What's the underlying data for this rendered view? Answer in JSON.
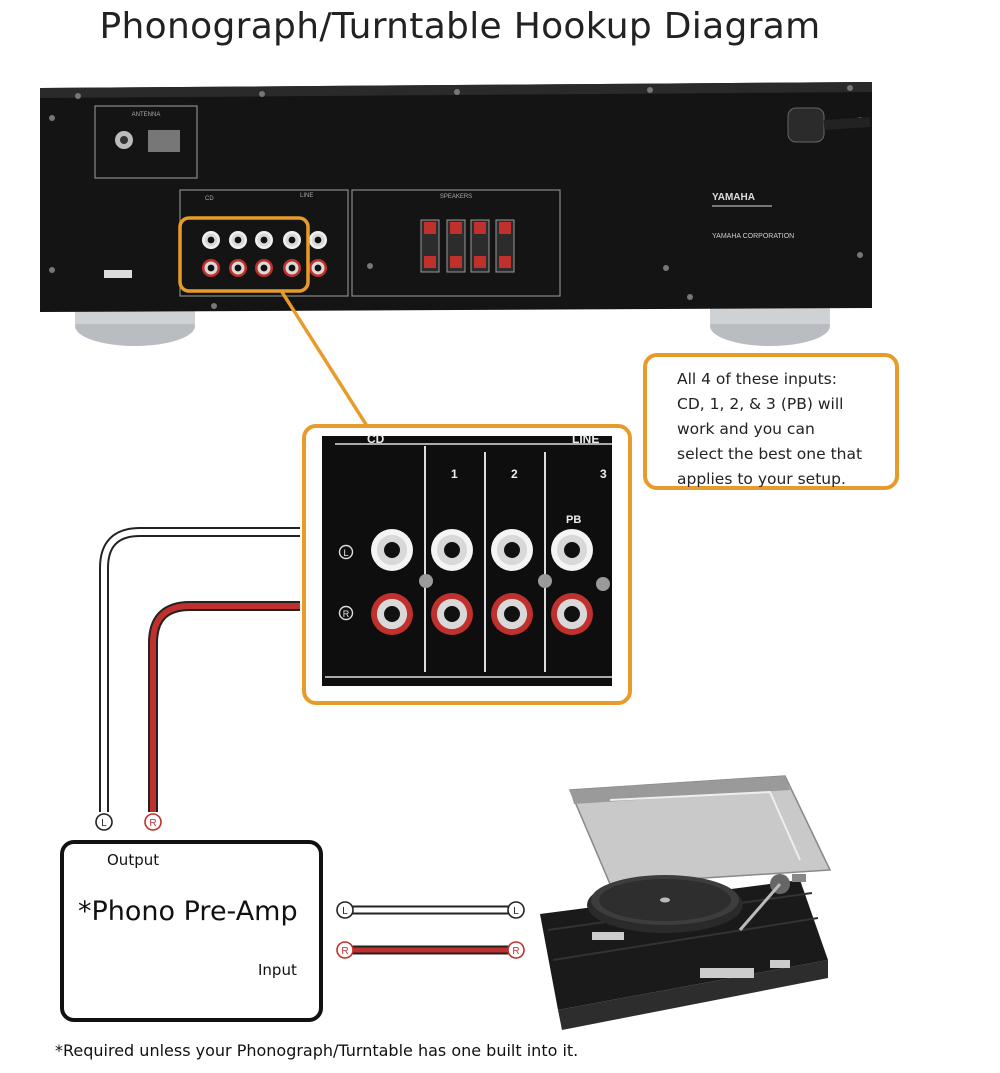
{
  "title": "Phonograph/Turntable Hookup Diagram",
  "callout": {
    "lines": [
      "All 4 of these inputs:",
      "CD, 1, 2, & 3 (PB) will",
      "work and you can",
      "select the best one that",
      "applies to your setup."
    ]
  },
  "receiver": {
    "brand": "YAMAHA",
    "corporation": "YAMAHA CORPORATION",
    "antenna_label": "ANTENNA",
    "speakers_label": "SPEAKERS",
    "jack_labels": [
      "CD",
      "LINE"
    ]
  },
  "inset": {
    "cd_label": "CD",
    "line_label": "LINE",
    "inputs": [
      "1",
      "2",
      "3"
    ],
    "pb_label": "PB",
    "left_label": "L",
    "right_label": "R"
  },
  "preamp": {
    "title": "*Phono Pre-Amp",
    "output_label": "Output",
    "input_label": "Input"
  },
  "connectors": {
    "left": "L",
    "right": "R"
  },
  "footnote": "*Required unless your Phonograph/Turntable has one built into it.",
  "colors": {
    "accent": "#e89b2a",
    "red_cable": "#c0302c",
    "white_cable": "#ffffff",
    "chassis": "#141414"
  }
}
